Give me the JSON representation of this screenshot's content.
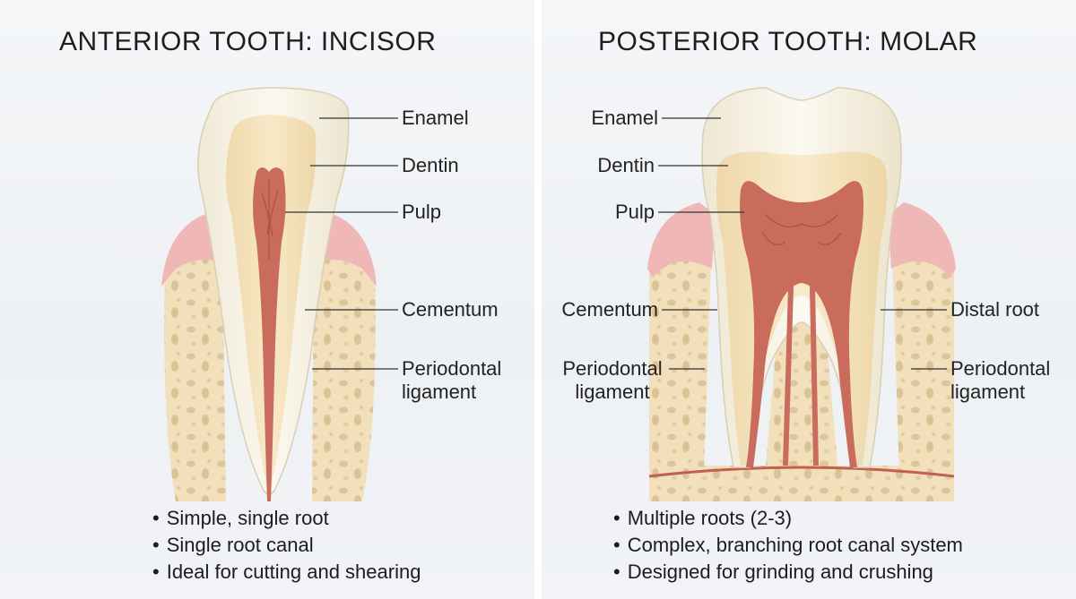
{
  "left": {
    "title": "ANTERIOR TOOTH: INCISOR",
    "labels": {
      "enamel": "Enamel",
      "dentin": "Dentin",
      "pulp": "Pulp",
      "cementum": "Cementum",
      "periodontal_1": "Periodontal",
      "periodontal_2": "ligament"
    },
    "bullets": [
      "Simple, single root",
      "Single root canal",
      "Ideal for cutting and shearing"
    ]
  },
  "right": {
    "title": "POSTERIOR TOOTH: MOLAR",
    "labels": {
      "enamel": "Enamel",
      "dentin": "Dentin",
      "pulp": "Pulp",
      "cementum": "Cementum",
      "periodontal_left_1": "Periodontal",
      "periodontal_left_2": "ligament",
      "distal_root": "Distal root",
      "periodontal_right_1": "Periodontal",
      "periodontal_right_2": "ligament"
    },
    "bullets": [
      "Multiple roots (2-3)",
      "Complex, branching root canal system",
      "Designed for grinding and crushing"
    ]
  },
  "colors": {
    "enamel": "#f7f3e6",
    "dentin": "#f3e2bd",
    "pulp": "#c86a5c",
    "gum": "#eeb3b3",
    "bone": "#f2e2bf",
    "line": "#333333"
  }
}
